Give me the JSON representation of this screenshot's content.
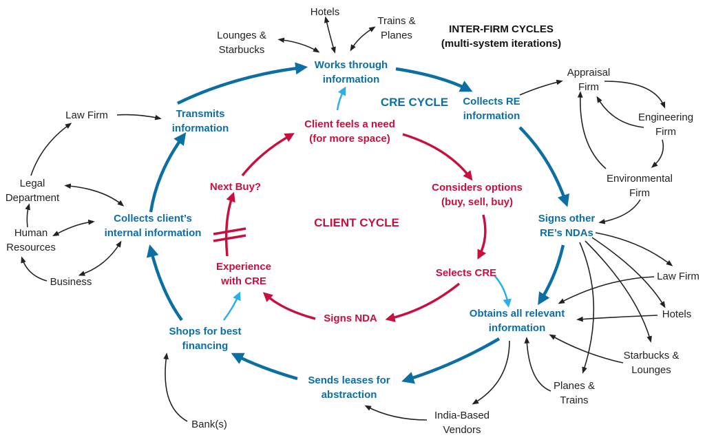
{
  "colors": {
    "cre": "#0b6fa4",
    "client": "#c8103e",
    "transition": "#2ab0e6",
    "external": "#222222"
  },
  "titles": {
    "inter_firm": [
      "INTER-FIRM CYCLES",
      "(multi-system iterations)"
    ],
    "cre_cycle": "CRE CYCLE",
    "client_cycle": "CLIENT CYCLE"
  },
  "cre_steps": {
    "works": [
      "Works through",
      "information"
    ],
    "collects_re": [
      "Collects RE",
      "information"
    ],
    "signs_ndas": [
      "Signs other",
      "RE’s NDAs"
    ],
    "obtains": [
      "Obtains all relevant",
      "information"
    ],
    "sends_leases": [
      "Sends leases for",
      "abstraction"
    ],
    "shops": [
      "Shops for best",
      "financing"
    ],
    "collects_client": [
      "Collects client’s",
      "internal information"
    ],
    "transmits": [
      "Transmits",
      "information"
    ]
  },
  "client_steps": {
    "need": [
      "Client feels a need",
      "(for more space)"
    ],
    "considers": [
      "Considers options",
      "(buy, sell, buy)"
    ],
    "selects": [
      "Selects CRE"
    ],
    "signs_nda": [
      "Signs NDA"
    ],
    "experience": [
      "Experience",
      "with CRE"
    ],
    "next_buy": [
      "Next Buy?"
    ]
  },
  "external": {
    "hotels_top": [
      "Hotels"
    ],
    "trains_top": [
      "Trains &",
      "Planes"
    ],
    "lounges_top": [
      "Lounges &",
      "Starbucks"
    ],
    "appraisal": [
      "Appraisal",
      "Firm"
    ],
    "engineering": [
      "Engineering",
      "Firm"
    ],
    "environmental": [
      "Environmental",
      "Firm"
    ],
    "law_right": [
      "Law Firm"
    ],
    "hotels_right": [
      "Hotels"
    ],
    "starbucks_right": [
      "Starbucks &",
      "Lounges"
    ],
    "planes_right": [
      "Planes &",
      "Trains"
    ],
    "india": [
      "India-Based",
      "Vendors"
    ],
    "banks": [
      "Bank(s)"
    ],
    "law_left": [
      "Law Firm"
    ],
    "legal": [
      "Legal",
      "Department"
    ],
    "hr": [
      "Human",
      "Resources"
    ],
    "business": [
      "Business"
    ]
  }
}
